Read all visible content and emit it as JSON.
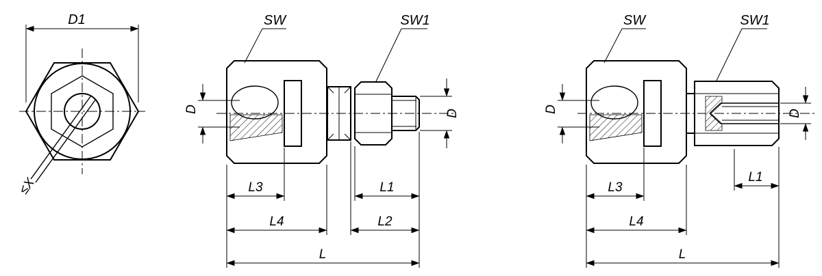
{
  "drawing": {
    "type": "technical-dimension-drawing",
    "colors": {
      "line": "#000000",
      "background": "#ffffff"
    },
    "labels": {
      "end_view": {
        "d1": "D1",
        "x": "≤X"
      },
      "external_view": {
        "sw": "SW",
        "sw1": "SW1",
        "d_socket": "D",
        "d_thread": "D",
        "l3": "L3",
        "l4": "L4",
        "l1": "L1",
        "l2": "L2",
        "l": "L"
      },
      "internal_view": {
        "sw": "SW",
        "sw1": "SW1",
        "d_socket": "D",
        "d_thread": "D",
        "l3": "L3",
        "l4": "L4",
        "l1": "L1",
        "l": "L"
      }
    }
  }
}
